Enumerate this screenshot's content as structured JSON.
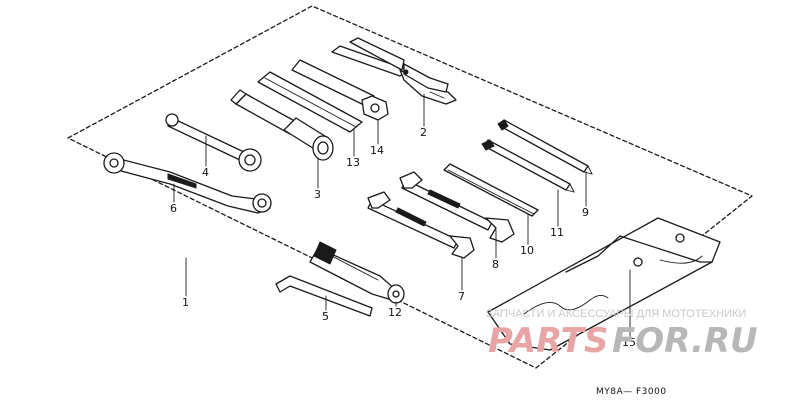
{
  "figure_code": "MY8A— F3000",
  "callouts": [
    "1",
    "2",
    "3",
    "4",
    "5",
    "6",
    "7",
    "8",
    "9",
    "10",
    "11",
    "12",
    "13",
    "14",
    "15"
  ],
  "watermark": {
    "caption": "ЗАПЧАСТИ И АКСЕССУАРЫ ДЛЯ МОТОТЕХНИКИ",
    "logo_left": "PARTS",
    "logo_right": "FOR.RU",
    "colors": {
      "left": "#e8a5a5",
      "right": "#b7b7b7"
    }
  }
}
